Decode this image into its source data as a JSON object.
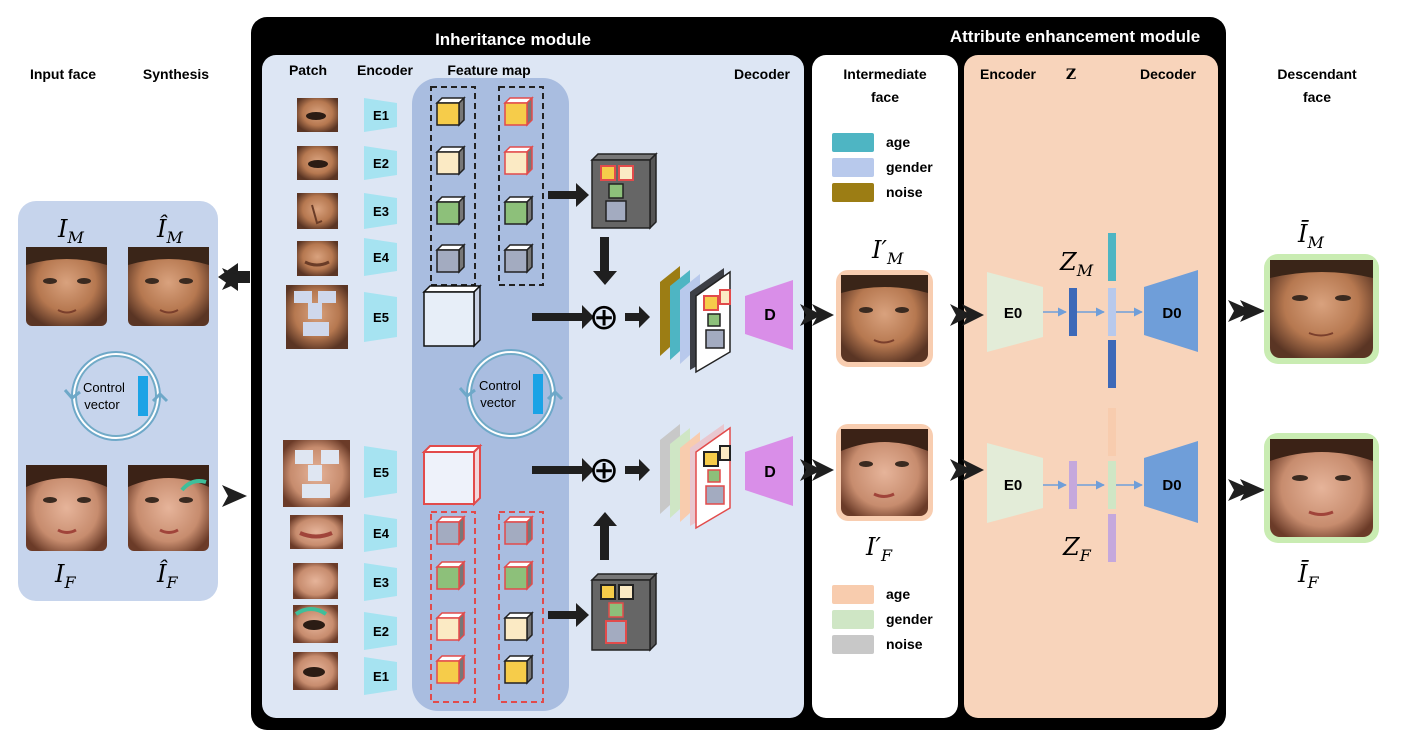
{
  "colors": {
    "black_frame": "#000000",
    "inheritance_bg": "#dde6f4",
    "feature_map_bg": "#a9bde0",
    "input_bg": "#c6d4ec",
    "attr_bg": "#f8d4bb",
    "encoder_cyan": "#a6e3f1",
    "decoder_pink": "#d98ee8",
    "e0_green": "#e3ecd8",
    "d0_blue": "#6f9ed9",
    "age_male": "#4eb5c3",
    "gender_male": "#b8c9ec",
    "noise_male": "#9c7d14",
    "age_female": "#f8ccae",
    "gender_female": "#cfe6c5",
    "noise_female": "#c8c8c8",
    "cube_yellow": "#f6cc4a",
    "cube_cream": "#fbeac4",
    "cube_green": "#8dc07a",
    "cube_gray": "#a3abc0",
    "red_dash": "#e24b4b"
  },
  "headers": {
    "inheritance_module": "Inheritance module",
    "attribute_module": "Attribute enhancement module"
  },
  "columns": {
    "input_face": "Input face",
    "synthesis": "Synthesis",
    "patch": "Patch",
    "encoder": "Encoder",
    "feature_map": "Feature map",
    "decoder": "Decoder",
    "intermediate_face_l1": "Intermediate",
    "intermediate_face_l2": "face",
    "attr_encoder": "Encoder",
    "z": "Z",
    "attr_decoder": "Decoder",
    "descendant_l1": "Descendant",
    "descendant_l2": "face"
  },
  "encoders": {
    "top": [
      "E1",
      "E2",
      "E3",
      "E4",
      "E5"
    ],
    "bottom": [
      "E5",
      "E4",
      "E3",
      "E2",
      "E1"
    ]
  },
  "control_vector": {
    "l1": "Control",
    "l2": "vector"
  },
  "decoder_label": "D",
  "attr_blocks": {
    "encoder": "E0",
    "decoder": "D0"
  },
  "legend_male": [
    "age",
    "gender",
    "noise"
  ],
  "legend_female": [
    "age",
    "gender",
    "noise"
  ],
  "math": {
    "i_m": "I",
    "i_m_sub": "M",
    "i_f": "I",
    "i_f_sub": "F",
    "ihat_m": "Î",
    "ihat_m_sub": "M",
    "ihat_f": "Î",
    "ihat_f_sub": "F",
    "iprime_m": "I′",
    "iprime_m_sub": "M",
    "iprime_f": "I′",
    "iprime_f_sub": "F",
    "z_m": "Z",
    "z_m_sub": "M",
    "z_f": "Z",
    "z_f_sub": "F",
    "ibar_m": "Ī",
    "ibar_m_sub": "M",
    "ibar_f": "Ī",
    "ibar_f_sub": "F"
  },
  "oplus": "⊕"
}
